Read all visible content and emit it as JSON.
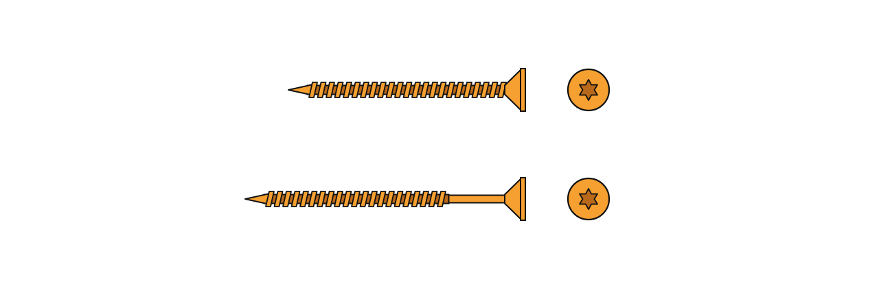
{
  "colors": {
    "background": "#ffffff",
    "screw_fill": "#f5a030",
    "screw_dark": "#b8681a",
    "outline": "#111111"
  },
  "screws": [
    {
      "name": "fully-threaded-screw",
      "drive": "torx-star-icon",
      "head": "countersunk",
      "threaded_fraction": 1.0
    },
    {
      "name": "partially-threaded-screw",
      "drive": "torx-star-icon",
      "head": "countersunk",
      "threaded_fraction": 0.76
    }
  ]
}
